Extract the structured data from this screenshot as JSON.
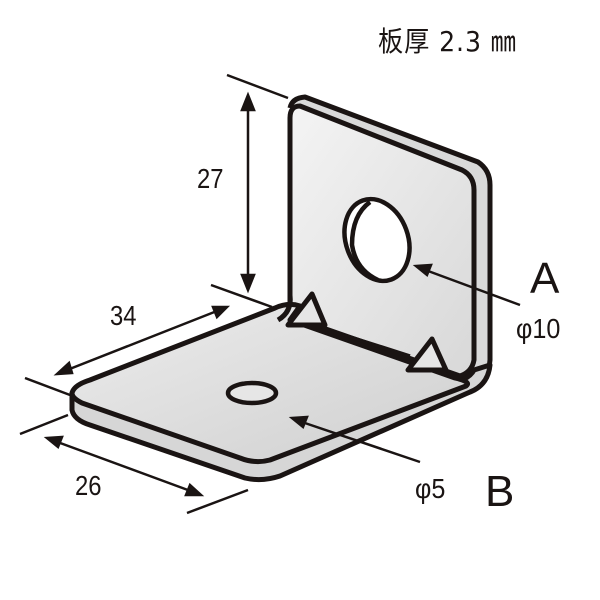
{
  "title": "L-shaped angle bracket dimension drawing",
  "plate_thickness": {
    "label": "板厚 2.3 ㎜",
    "value": 2.3,
    "unit": "mm"
  },
  "dimensions": {
    "height": "27",
    "length": "34",
    "width": "26"
  },
  "holes": [
    {
      "id": "A",
      "label": "A",
      "diameter_label": "φ10",
      "diameter": 10
    },
    {
      "id": "B",
      "label": "B",
      "diameter_label": "φ5",
      "diameter": 5
    }
  ],
  "colors": {
    "outline": "#1a1413",
    "plate_fill": "#e6e6e6",
    "plate_edge": "#d4d4d4",
    "background": "#ffffff"
  }
}
